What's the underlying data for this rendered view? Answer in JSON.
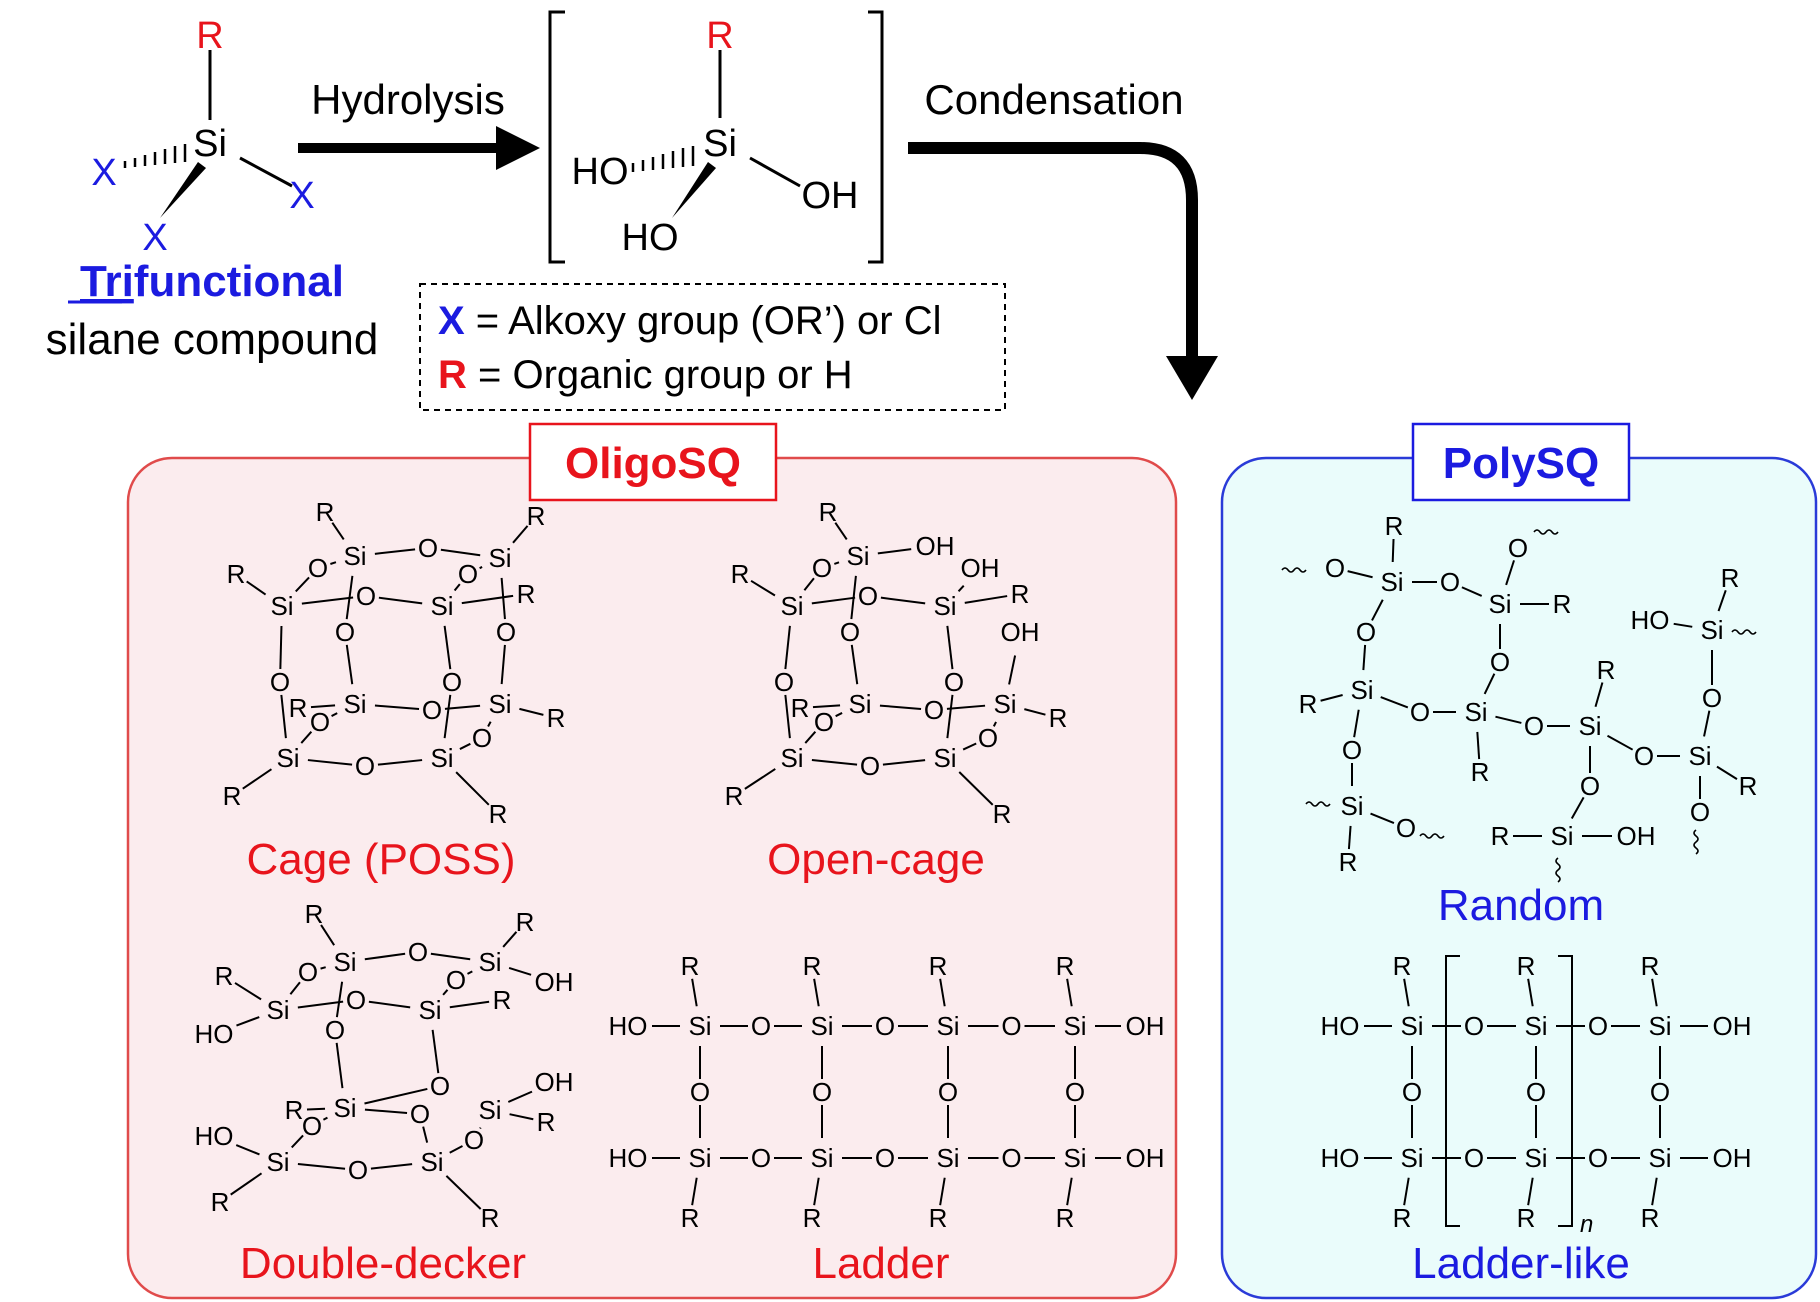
{
  "colors": {
    "red": "#e8141c",
    "blue": "#1b1be0",
    "black": "#000000",
    "oligo_bg": "#fbecee",
    "oligo_border": "#e04b4b",
    "poly_bg": "#eafcfb",
    "poly_border": "#2a3bd8"
  },
  "top": {
    "R": "R",
    "Si": "Si",
    "X": "X",
    "HO": "HO",
    "OH": "OH",
    "label_tri": "Tri",
    "label_functional": "functional",
    "label_line2": "silane compound",
    "hydrolysis": "Hydrolysis",
    "condensation": "Condensation",
    "legend_x_symbol": "X",
    "legend_x_text": " = Alkoxy group (OR’) or Cl",
    "legend_r_symbol": "R",
    "legend_r_text": " = Organic group or H"
  },
  "oligo": {
    "title": "OligoSQ",
    "cage": "Cage (POSS)",
    "open_cage": "Open-cage",
    "double_decker": "Double-decker",
    "ladder": "Ladder"
  },
  "poly": {
    "title": "PolySQ",
    "random": "Random",
    "ladder_like": "Ladder-like",
    "n": "n"
  },
  "atoms": {
    "Si": "Si",
    "O": "O",
    "R": "R",
    "OH": "OH",
    "HO": "HO"
  }
}
